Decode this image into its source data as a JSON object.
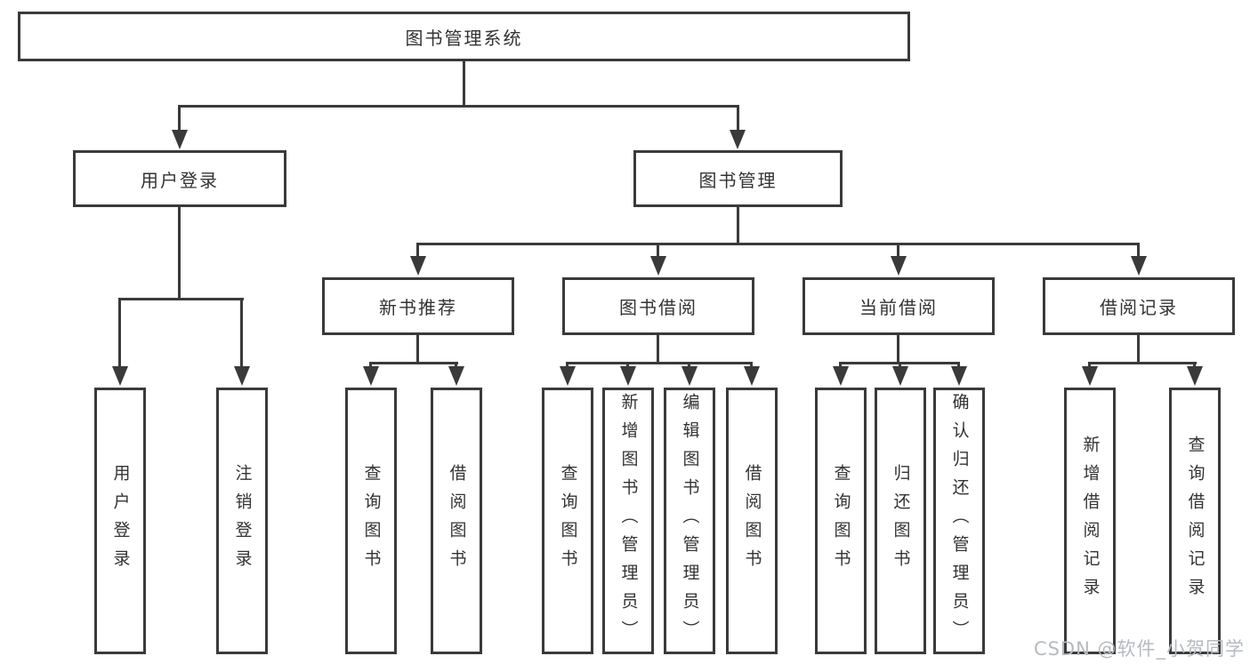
{
  "colors": {
    "line": "#3a3a3a",
    "text": "#333333",
    "watermark": "#b6bac0",
    "background": "#ffffff"
  },
  "watermark": {
    "text": "CSDN @软件_小贺同学"
  },
  "nodes": {
    "root": {
      "label": "图书管理系统",
      "children": [
        {
          "label": "用户登录",
          "children": [
            {
              "label": "用户登录"
            },
            {
              "label": "注销登录"
            }
          ]
        },
        {
          "label": "图书管理",
          "children": [
            {
              "label": "新书推荐",
              "children": [
                {
                  "label": "查询图书"
                },
                {
                  "label": "借阅图书"
                }
              ]
            },
            {
              "label": "图书借阅",
              "children": [
                {
                  "label": "查询图书"
                },
                {
                  "label": "新增图书（管理员）"
                },
                {
                  "label": "编辑图书（管理员）"
                },
                {
                  "label": "借阅图书"
                }
              ]
            },
            {
              "label": "当前借阅",
              "children": [
                {
                  "label": "查询图书"
                },
                {
                  "label": "归还图书"
                },
                {
                  "label": "确认归还（管理员）"
                }
              ]
            },
            {
              "label": "借阅记录",
              "children": [
                {
                  "label": "新增借阅记录"
                },
                {
                  "label": "查询借阅记录"
                }
              ]
            }
          ]
        }
      ]
    }
  }
}
